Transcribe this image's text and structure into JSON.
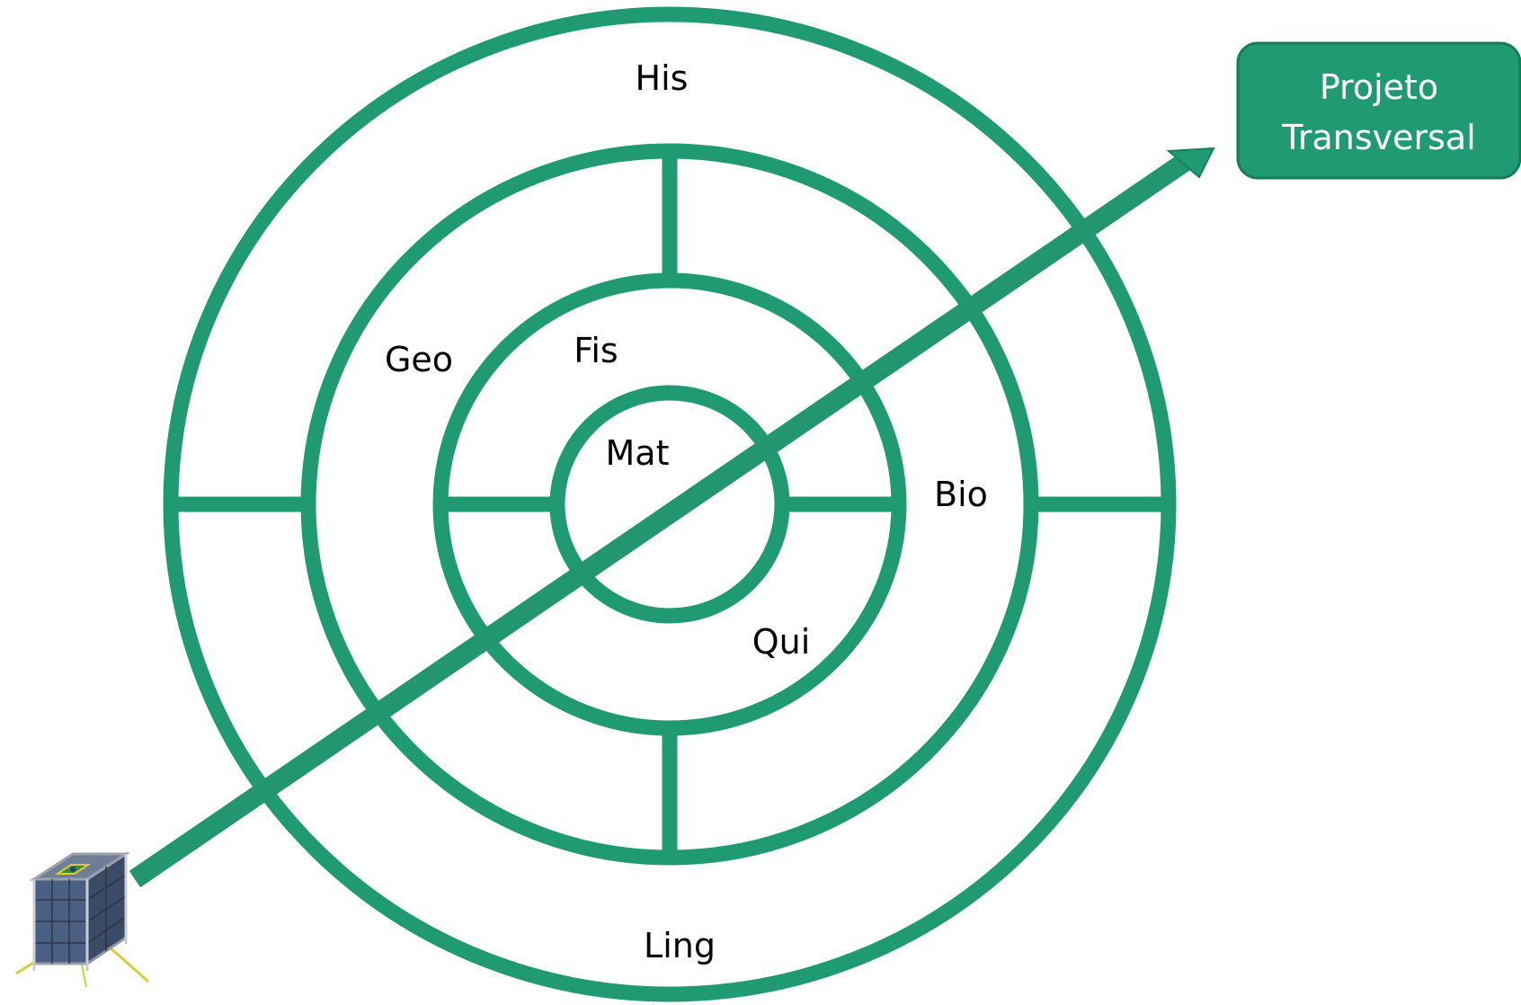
{
  "colors": {
    "accent": "#1f9a73",
    "label_text": "#000000",
    "box_text": "#ffffff"
  },
  "rings": {
    "outer": "His",
    "outer_bottom": "Ling",
    "second": "Geo",
    "second_right": "Bio",
    "third": "Fis",
    "third_bottom": "Qui",
    "center": "Mat"
  },
  "target_box": {
    "line1": "Projeto",
    "line2": "Transversal"
  },
  "icons": {
    "start": "cubesat-satellite-icon",
    "arrow": "arrow-right-up-icon"
  }
}
